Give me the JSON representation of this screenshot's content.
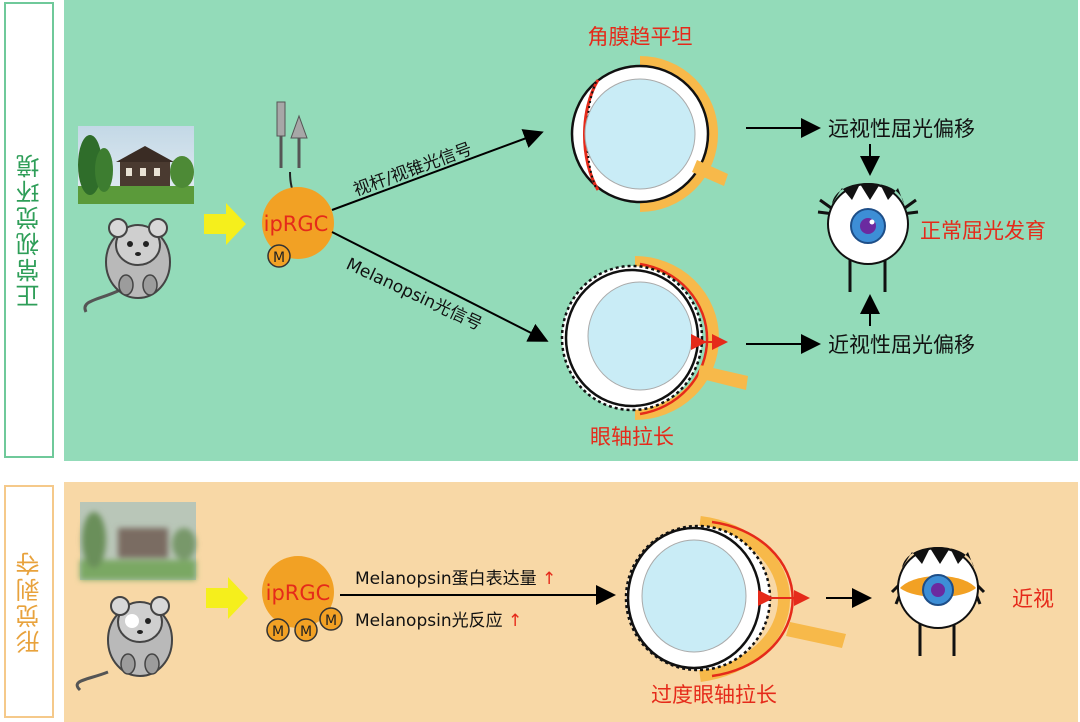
{
  "labels": {
    "normal_env": "正常视觉环境",
    "deprivation": "形觉剥夺"
  },
  "top": {
    "iprgc": "ipRGC",
    "m": "M",
    "rod_cone_signal": "视杆/视锥光信号",
    "melanopsin_signal": "Melanopsin光信号",
    "cornea_flat": "角膜趋平坦",
    "axial_elong": "眼轴拉长",
    "hyperopic_shift": "远视性屈光偏移",
    "myopic_shift": "近视性屈光偏移",
    "normal_dev": "正常屈光发育"
  },
  "bottom": {
    "iprgc": "ipRGC",
    "m": "M",
    "melanopsin_expr": "Melanopsin蛋白表达量",
    "melanopsin_resp": "Melanopsin光反应",
    "up_arrow": "↑",
    "excess_elong": "过度眼轴拉长",
    "myopia": "近视"
  },
  "colors": {
    "green_panel": "#93dbb9",
    "orange_panel": "#f8d8a6",
    "red_text": "#e52a1a",
    "orange": "#f2a124",
    "sclera": "#f7b94a",
    "lens": "#c9ecf6"
  }
}
